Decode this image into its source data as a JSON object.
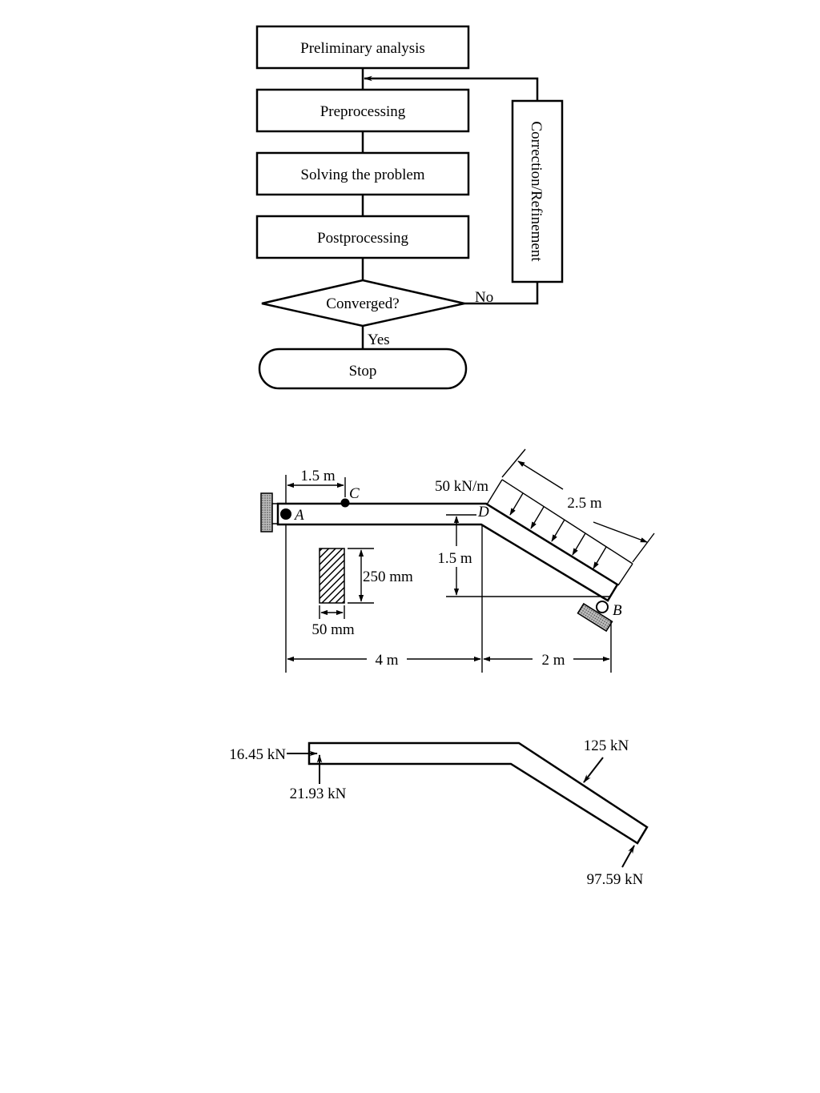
{
  "flowchart": {
    "steps": [
      "Preliminary analysis",
      "Preprocessing",
      "Solving the problem",
      "Postprocessing"
    ],
    "decision": "Converged?",
    "no_label": "No",
    "yes_label": "Yes",
    "terminal": "Stop",
    "feedback": "Correction/Refinement"
  },
  "frame": {
    "dim_ac": "1.5 m",
    "point_c": "C",
    "point_a": "A",
    "point_d": "D",
    "point_b": "B",
    "load": "50 kN/m",
    "dim_incline": "2.5 m",
    "dim_height": "1.5 m",
    "section_depth": "250 mm",
    "section_width": "50 mm",
    "dim_ad": "4 m",
    "dim_db": "2 m"
  },
  "reactions": {
    "ax": "16.45 kN",
    "ay": "21.93 kN",
    "distributed_resultant": "125 kN",
    "rb": "97.59 kN"
  }
}
